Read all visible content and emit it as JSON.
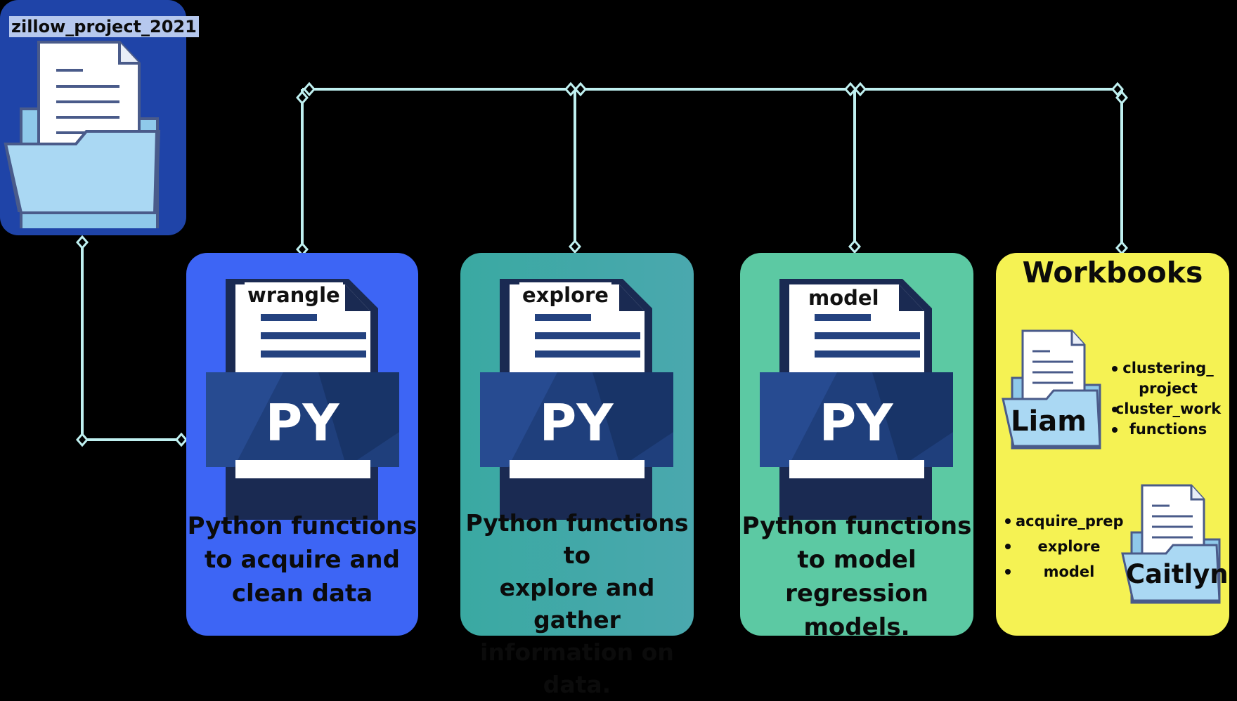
{
  "root": {
    "title": "zillow_project_2021",
    "icon": "folder-document-icon"
  },
  "modules": [
    {
      "file_label": "wrangle",
      "file_type": "PY",
      "description": [
        "Python functions",
        "to acquire and",
        "clean data"
      ],
      "color": "#3d65f5"
    },
    {
      "file_label": "explore",
      "file_type": "PY",
      "description": [
        "Python functions to",
        "explore and gather",
        "information on",
        "data."
      ],
      "color": "#45a8a8"
    },
    {
      "file_label": "model",
      "file_type": "PY",
      "description": [
        "Python functions",
        "to model",
        "regression models."
      ],
      "color": "#5cc9a3"
    }
  ],
  "workbooks": {
    "title": "Workbooks",
    "color": "#f5f253",
    "people": [
      {
        "name": "Liam",
        "icon": "folder-document-icon",
        "items": [
          "clustering_",
          "project",
          "cluster_work",
          "functions"
        ]
      },
      {
        "name": "Caitlyn",
        "icon": "folder-document-icon",
        "items": [
          "acquire_prep",
          "explore",
          "model"
        ]
      }
    ]
  },
  "connector_color": "#bff0f0"
}
